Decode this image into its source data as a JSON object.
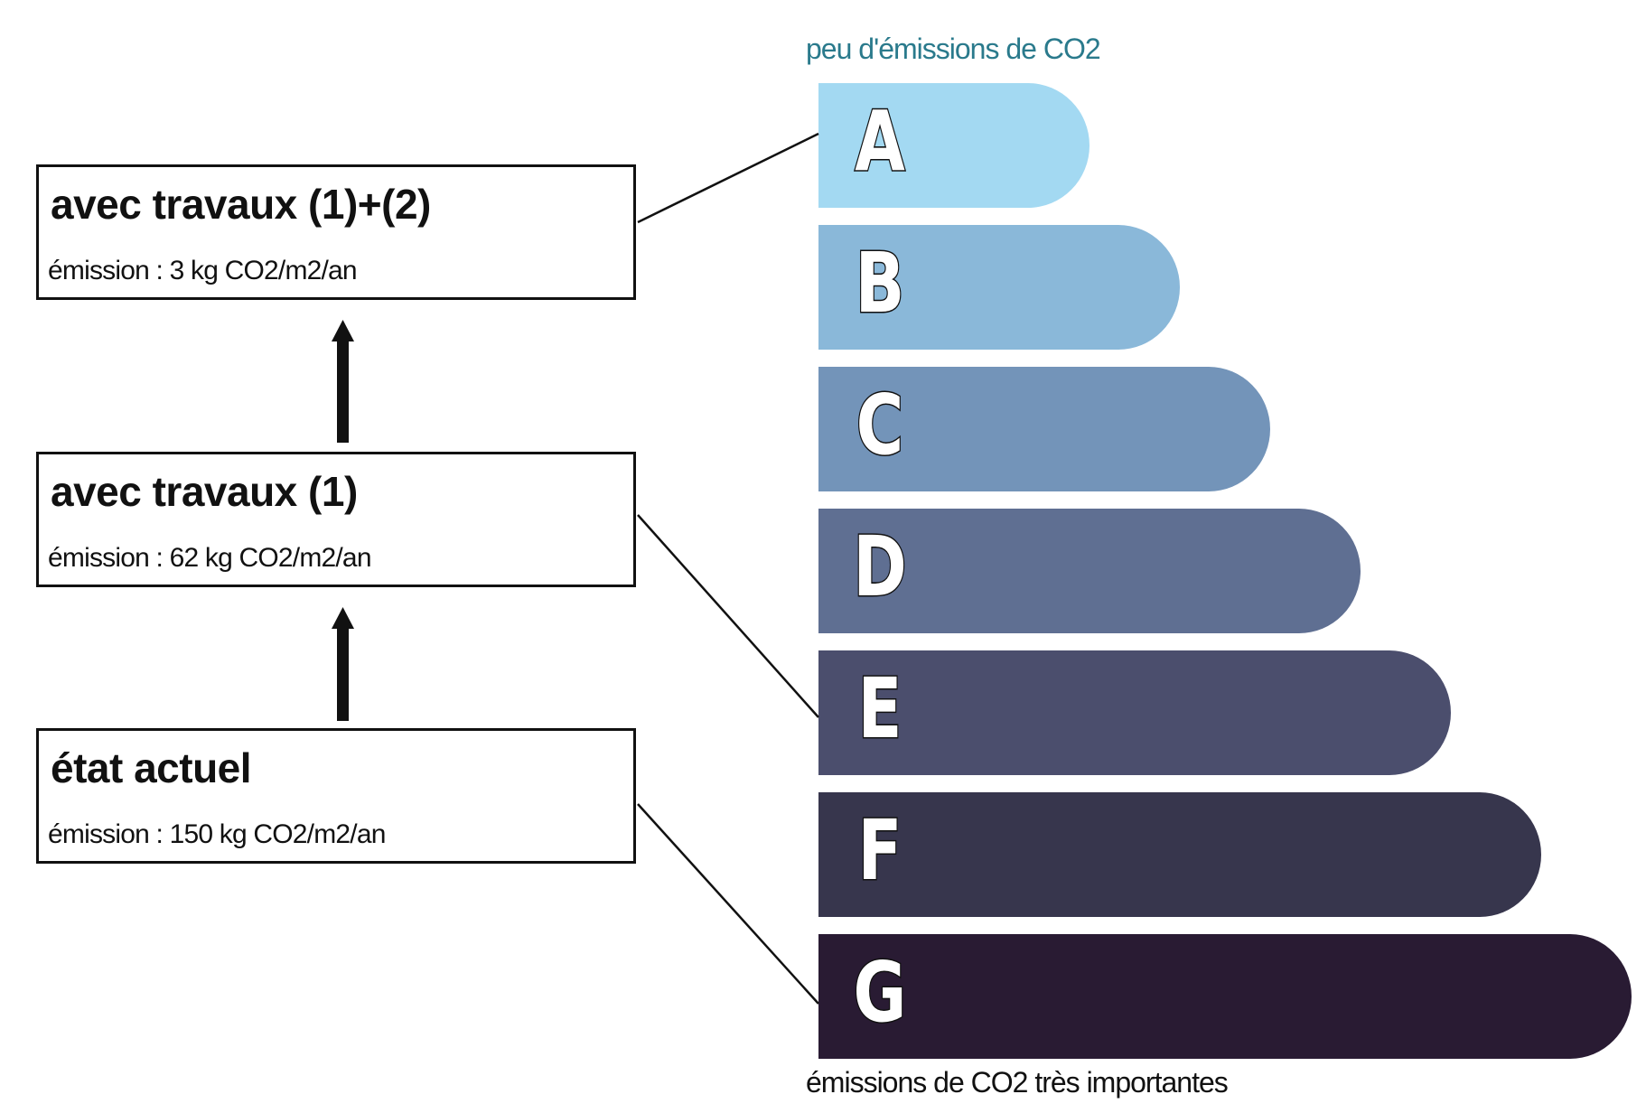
{
  "scale": {
    "top_caption": "peu d'émissions de CO2",
    "bottom_caption": "émissions de CO2 très importantes",
    "top_caption_color": "#2a7a8c",
    "bottom_caption_color": "#111111",
    "classes": [
      {
        "letter": "A",
        "color": "#a3d9f2"
      },
      {
        "letter": "B",
        "color": "#8ab8d9"
      },
      {
        "letter": "C",
        "color": "#7394b9"
      },
      {
        "letter": "D",
        "color": "#5f6f92"
      },
      {
        "letter": "E",
        "color": "#4b4e6d"
      },
      {
        "letter": "F",
        "color": "#37364d"
      },
      {
        "letter": "G",
        "color": "#291b33"
      }
    ]
  },
  "states": [
    {
      "title": "avec travaux (1)+(2)",
      "emission": "émission : 3 kg CO2/m2/an",
      "class": "A"
    },
    {
      "title": "avec travaux (1)",
      "emission": "émission : 62 kg CO2/m2/an",
      "class": "E"
    },
    {
      "title": "état actuel",
      "emission": "émission : 150 kg CO2/m2/an",
      "class": "G"
    }
  ],
  "colors": {
    "box_border": "#111111",
    "connector": "#111111",
    "letter_fill": "#ffffff",
    "letter_outline": "#111111"
  }
}
